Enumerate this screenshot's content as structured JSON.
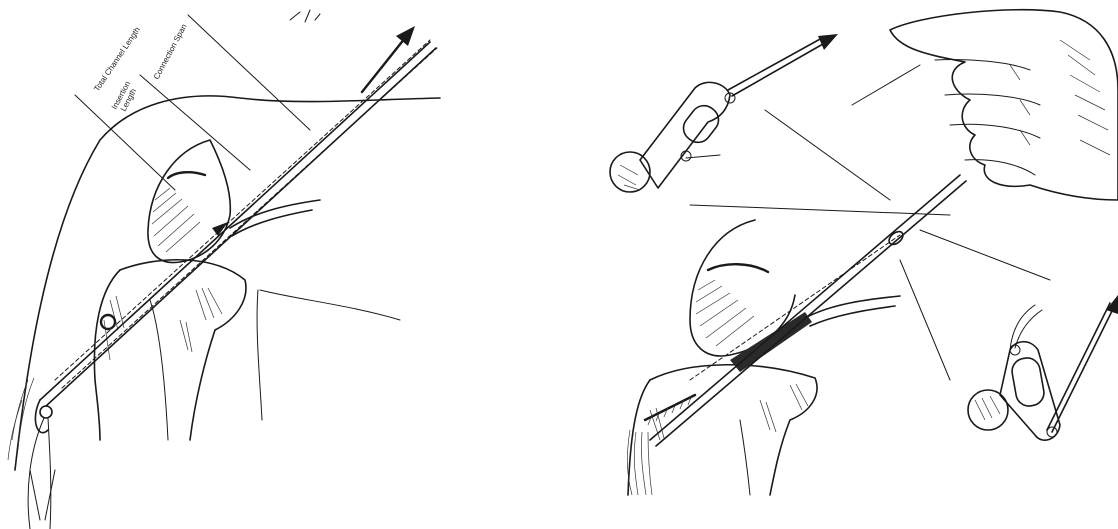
{
  "labels": {
    "total_channel_length": "Total Channel Length",
    "connection_span": "Connection Span",
    "insertion_length_line1": "Insertion",
    "insertion_length_line2": "Length"
  }
}
